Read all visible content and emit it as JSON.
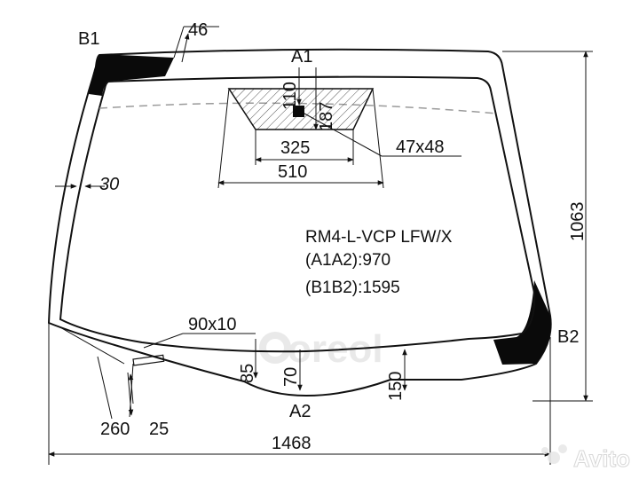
{
  "colors": {
    "line": "#111111",
    "fill_dark": "#0a0a0a",
    "dashed": "#9a9a9a",
    "hatch": "#555555",
    "watermark": "#e6e6e6"
  },
  "points": {
    "a1": "A1",
    "a2": "A2",
    "b1": "B1",
    "b2": "B2"
  },
  "dimensions": {
    "d46": "46",
    "d110": "110",
    "d187": "187",
    "d325": "325",
    "d510": "510",
    "d47x48": "47x48",
    "d30": "30",
    "d1063": "1063",
    "d90x10": "90x10",
    "d85": "85",
    "d70": "70",
    "d150": "150",
    "d260": "260",
    "d25": "25",
    "d1468": "1468"
  },
  "spec": {
    "code": "RM4-L-VCP LFW/X",
    "a1a2": "(A1A2):970",
    "b1b2": "(B1B2):1595"
  },
  "watermark": {
    "brand": "oreol",
    "marketplace": "Avito"
  }
}
